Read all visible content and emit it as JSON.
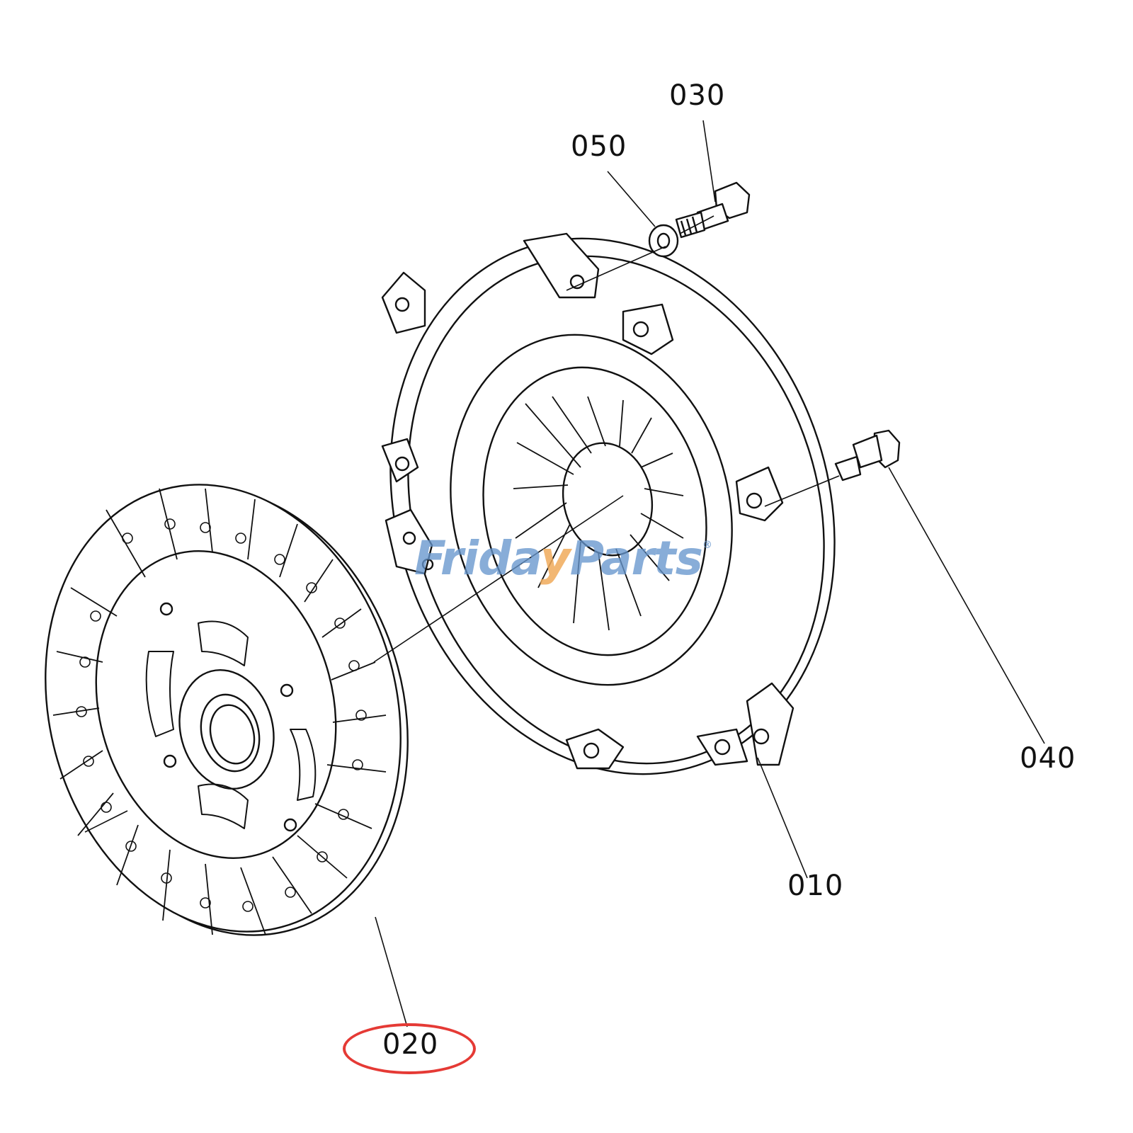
{
  "diagram": {
    "type": "exploded-parts-diagram",
    "subject": "clutch assembly",
    "callouts": [
      {
        "id": "030",
        "label": "030",
        "part": "bolt"
      },
      {
        "id": "050",
        "label": "050",
        "part": "lock washer"
      },
      {
        "id": "040",
        "label": "040",
        "part": "bolt with washer"
      },
      {
        "id": "010",
        "label": "010",
        "part": "clutch pressure plate / cover assembly"
      },
      {
        "id": "020",
        "label": "020",
        "part": "clutch disc",
        "highlighted": true
      }
    ],
    "highlight_color": "#e53a35"
  },
  "watermark": {
    "text_left": "Frida",
    "text_mid": "y",
    "text_right": "Parts",
    "registered": "®",
    "colors": {
      "primary": "#6696cd",
      "accent": "#f0aa5a"
    }
  }
}
